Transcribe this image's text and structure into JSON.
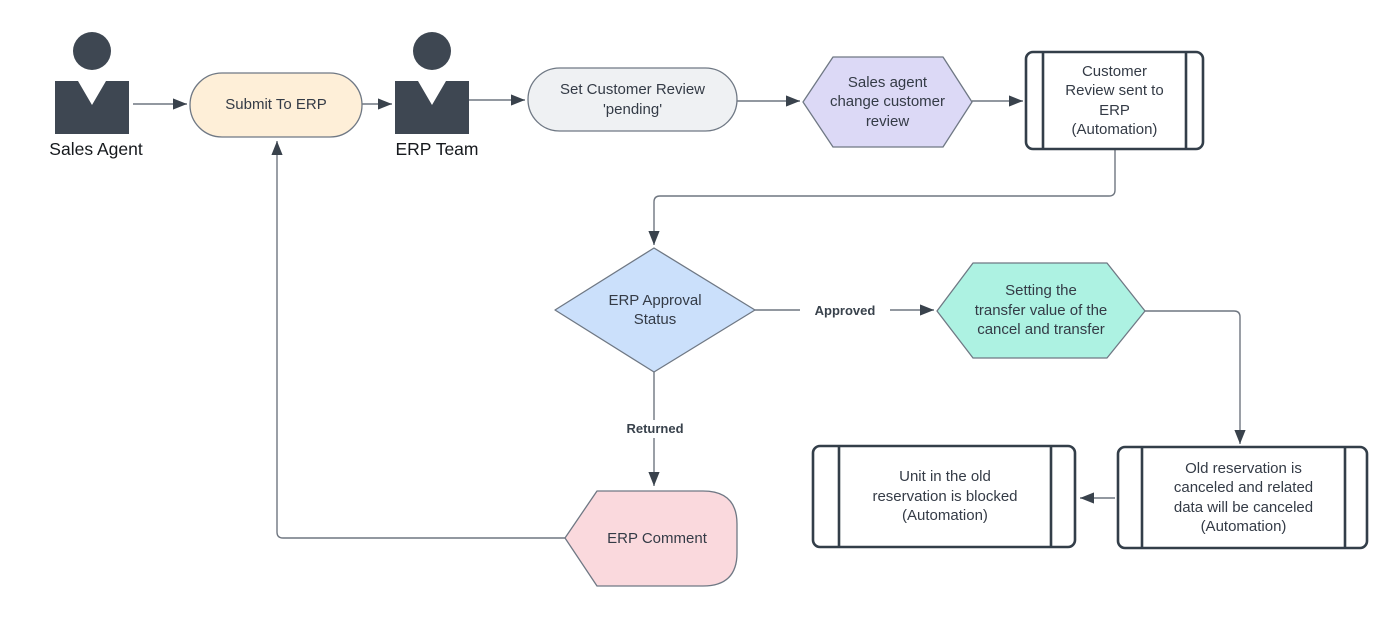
{
  "diagram": {
    "actors": [
      {
        "id": "sales-agent",
        "label": "Sales Agent"
      },
      {
        "id": "erp-team",
        "label": "ERP Team"
      }
    ],
    "nodes": [
      {
        "id": "submit-to-erp",
        "type": "terminator",
        "label": "Submit To ERP",
        "fill": "#FEEFD8"
      },
      {
        "id": "set-customer-review-pending",
        "type": "terminator",
        "label": "Set Customer Review\n'pending'",
        "fill": "#EFF1F3"
      },
      {
        "id": "sales-agent-change-customer-review",
        "type": "hexagon",
        "label": "Sales agent\nchange customer\nreview",
        "fill": "#DCD9F6"
      },
      {
        "id": "customer-review-sent-to-erp",
        "type": "predefined-process",
        "label": "Customer\nReview sent to\nERP\n(Automation)",
        "fill": "#FBF8C7"
      },
      {
        "id": "erp-approval-status",
        "type": "decision",
        "label": "ERP Approval\nStatus",
        "fill": "#CBE0FB"
      },
      {
        "id": "setting-transfer-value",
        "type": "hexagon",
        "label": "Setting the\ntransfer value of the\ncancel and transfer",
        "fill": "#ADF2E2"
      },
      {
        "id": "old-reservation-canceled",
        "type": "predefined-process",
        "label": "Old reservation is\ncanceled  and related\ndata will be canceled\n(Automation)",
        "fill": "#FBF8C7"
      },
      {
        "id": "unit-blocked",
        "type": "predefined-process",
        "label": "Unit in the old\nreservation is blocked\n(Automation)",
        "fill": "#FBF8C7"
      },
      {
        "id": "erp-comment",
        "type": "display",
        "label": "ERP Comment",
        "fill": "#FAD9DD"
      }
    ],
    "edge_labels": {
      "approved": "Approved",
      "returned": "Returned"
    },
    "colors": {
      "actor_icon": "#3E4752",
      "line": "#6F7680",
      "arrowhead": "#39424C"
    }
  }
}
